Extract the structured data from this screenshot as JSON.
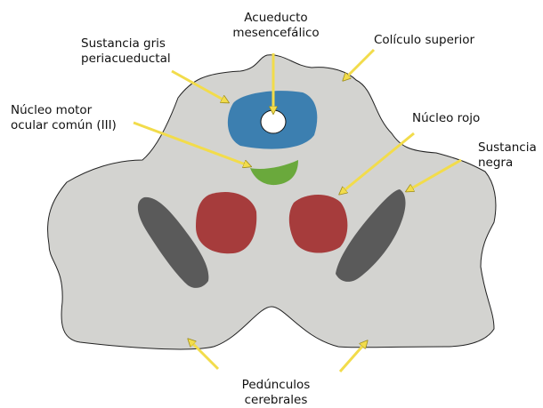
{
  "labels": {
    "acueducto": [
      "Acueducto",
      "mesencefálico"
    ],
    "sustancia_gris": [
      "Sustancia gris",
      "periacueductal"
    ],
    "coliculo": [
      "Colículo superior"
    ],
    "nucleo_motor": [
      "Núcleo motor",
      "ocular común (III)"
    ],
    "nucleo_rojo": [
      "Núcleo rojo"
    ],
    "sustancia_negra": [
      "Sustancia",
      "negra"
    ],
    "pedunculos": [
      "Pedúnculos",
      "cerebrales"
    ]
  },
  "colors": {
    "midbrain_fill": "#d3d3d0",
    "midbrain_stroke": "#222222",
    "periaqueductal_gray": "#3c7fb0",
    "aqueduct": "#ffffff",
    "oculomotor_nucleus": "#6aa93c",
    "red_nucleus": "#a63c3c",
    "substantia_nigra": "#5a5a5a",
    "arrow": "#f2dc4b",
    "arrow_stroke": "#9a8a1a"
  }
}
